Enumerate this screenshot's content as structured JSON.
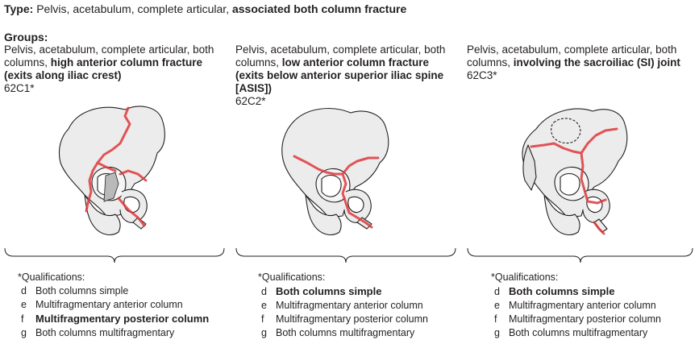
{
  "header": {
    "type_label": "Type:",
    "type_plain": " Pelvis, acetabulum, complete articular, ",
    "type_bold": "associated both column fracture"
  },
  "groups_label": "Groups:",
  "groups": [
    {
      "plain": "Pelvis, acetabulum, complete articular, both columns, ",
      "bold": "high anterior column fracture (exits along iliac crest)",
      "code": "62C1*"
    },
    {
      "plain": "Pelvis, acetabulum, complete articular, both columns, ",
      "bold": "low anterior column fracture (exits below anterior superior iliac spine [ASIS])",
      "code": "62C2*"
    },
    {
      "plain": "Pelvis, acetabulum, complete articular, both columns, ",
      "bold": "involving the sacroiliac (SI) joint",
      "code": "62C3*"
    }
  ],
  "qualifications": [
    {
      "title": "*Qualifications:",
      "items": [
        {
          "letter": "d",
          "text": "Both columns simple",
          "bold": false
        },
        {
          "letter": "e",
          "text": "Multifragmentary anterior column",
          "bold": false
        },
        {
          "letter": "f",
          "text": "Multifragmentary posterior column",
          "bold": true
        },
        {
          "letter": "g",
          "text": "Both columns multifragmentary",
          "bold": false
        }
      ]
    },
    {
      "title": "*Qualifications:",
      "items": [
        {
          "letter": "d",
          "text": "Both columns simple",
          "bold": true
        },
        {
          "letter": "e",
          "text": "Multifragmentary anterior column",
          "bold": false
        },
        {
          "letter": "f",
          "text": "Multifragmentary posterior column",
          "bold": false
        },
        {
          "letter": "g",
          "text": "Both columns multifragmentary",
          "bold": false
        }
      ]
    },
    {
      "title": "*Qualifications:",
      "items": [
        {
          "letter": "d",
          "text": "Both columns simple",
          "bold": true
        },
        {
          "letter": "e",
          "text": "Multifragmentary anterior column",
          "bold": false
        },
        {
          "letter": "f",
          "text": "Multifragmentary posterior column",
          "bold": false
        },
        {
          "letter": "g",
          "text": "Both columns multifragmentary",
          "bold": false
        }
      ]
    }
  ],
  "colors": {
    "bone_fill": "#ececec",
    "bone_stroke": "#231f20",
    "fracture": "#e0383b",
    "fracture_fill": "#f7c9c9",
    "fragment": "#b9b9b9"
  }
}
